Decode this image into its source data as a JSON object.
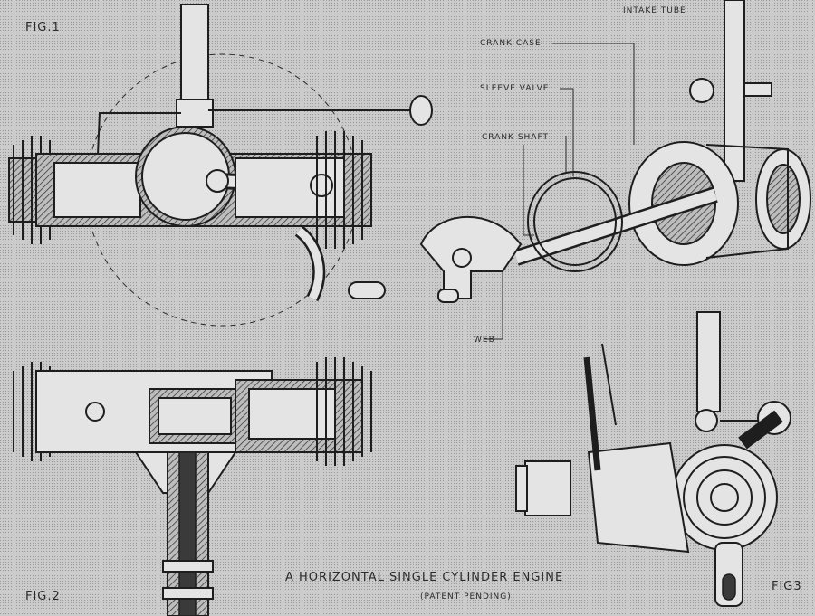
{
  "figures": {
    "fig1": "FIG.1",
    "fig2": "FIG.2",
    "fig3": "FIG3"
  },
  "labels": {
    "intake_tube": "INTAKE TUBE",
    "crank_case": "CRANK CASE",
    "sleeve_valve": "SLEEVE VALVE",
    "crank_shaft": "CRANK SHAFT",
    "web": "WEB"
  },
  "caption": {
    "title": "A HORIZONTAL SINGLE CYLINDER ENGINE",
    "subtitle": "(PATENT PENDING)"
  }
}
